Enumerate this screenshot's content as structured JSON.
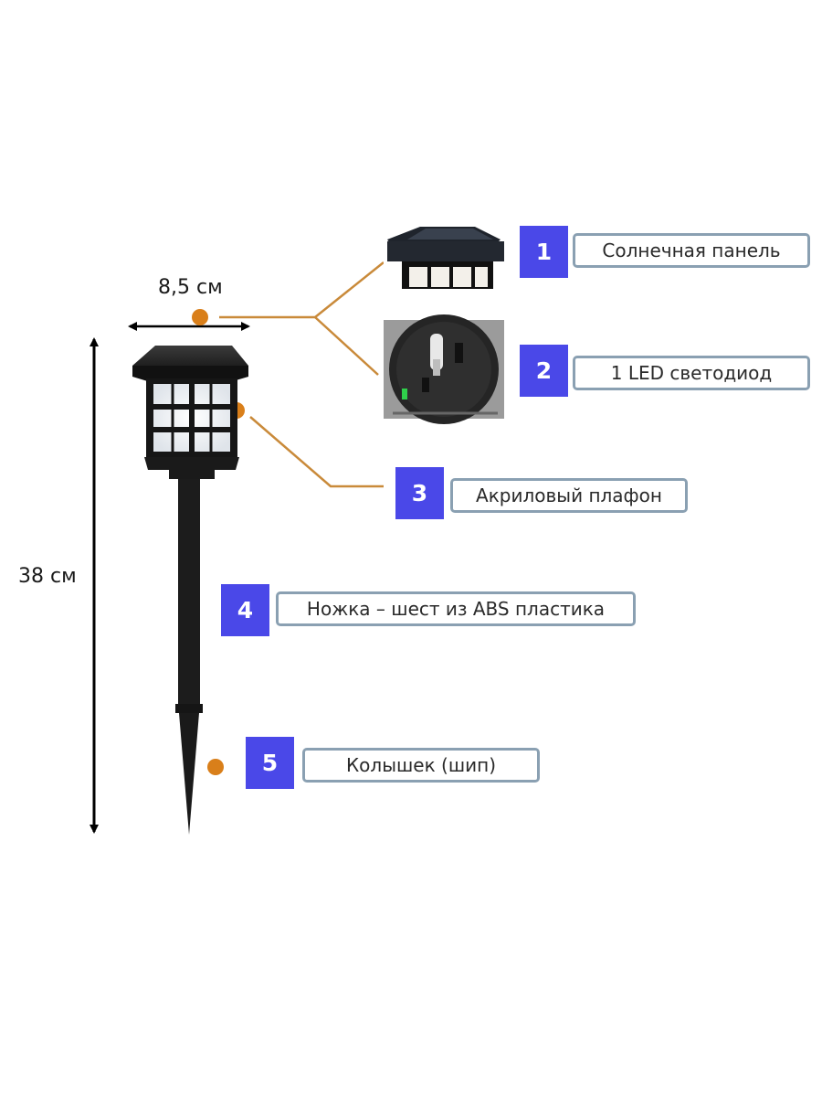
{
  "dimensions": {
    "width_label": "8,5 см",
    "height_label": "38 см"
  },
  "callouts": [
    {
      "number": "1",
      "label": "Солнечная панель"
    },
    {
      "number": "2",
      "label": "1 LED светодиод"
    },
    {
      "number": "3",
      "label": "Акриловый плафон"
    },
    {
      "number": "4",
      "label": "Ножка – шест из ABS пластика"
    },
    {
      "number": "5",
      "label": "Колышек (шип)"
    }
  ],
  "colors": {
    "number_box": "#4a48e8",
    "dot": "#d97f1a",
    "leader": "#c98a3a",
    "lamp": "#1c1c1c"
  },
  "icons": [
    "lamp-illustration",
    "solar-panel-photo",
    "led-module-photo"
  ]
}
